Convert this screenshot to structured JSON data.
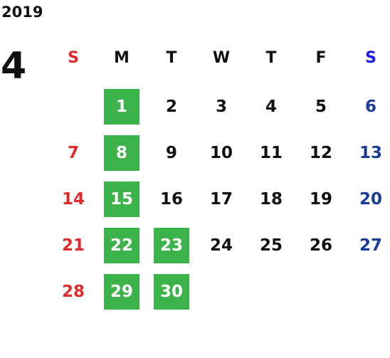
{
  "calendar": {
    "year": "2019",
    "month": "4",
    "weekdays": [
      "S",
      "M",
      "T",
      "W",
      "T",
      "F",
      "S"
    ],
    "colors": {
      "sunday": "#e02a2a",
      "saturday": "#1a3c99",
      "saturday_header": "#1a1aee",
      "highlight_bg": "#3bb34a",
      "highlight_text": "#ffffff",
      "default_text": "#111111"
    },
    "weeks": [
      [
        {
          "day": ""
        },
        {
          "day": "1",
          "highlight": true
        },
        {
          "day": "2"
        },
        {
          "day": "3"
        },
        {
          "day": "4"
        },
        {
          "day": "5"
        },
        {
          "day": "6"
        }
      ],
      [
        {
          "day": "7"
        },
        {
          "day": "8",
          "highlight": true
        },
        {
          "day": "9"
        },
        {
          "day": "10"
        },
        {
          "day": "11"
        },
        {
          "day": "12"
        },
        {
          "day": "13"
        }
      ],
      [
        {
          "day": "14"
        },
        {
          "day": "15",
          "highlight": true
        },
        {
          "day": "16"
        },
        {
          "day": "17"
        },
        {
          "day": "18"
        },
        {
          "day": "19"
        },
        {
          "day": "20"
        }
      ],
      [
        {
          "day": "21"
        },
        {
          "day": "22",
          "highlight": true
        },
        {
          "day": "23",
          "highlight": true
        },
        {
          "day": "24"
        },
        {
          "day": "25"
        },
        {
          "day": "26"
        },
        {
          "day": "27"
        }
      ],
      [
        {
          "day": "28"
        },
        {
          "day": "29",
          "highlight": true
        },
        {
          "day": "30",
          "highlight": true
        },
        {
          "day": ""
        },
        {
          "day": ""
        },
        {
          "day": ""
        },
        {
          "day": ""
        }
      ]
    ]
  }
}
